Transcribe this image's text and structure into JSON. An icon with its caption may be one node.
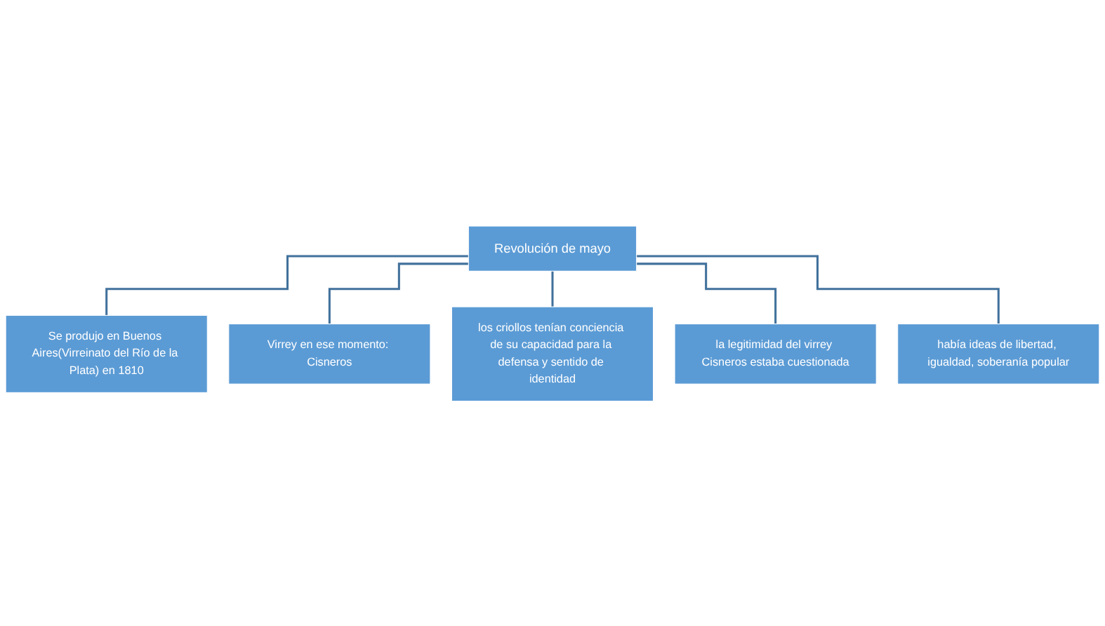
{
  "diagram": {
    "nodes": [
      {
        "text": [
          "Revolución de mayo"
        ]
      },
      {
        "text": [
          "Se produjo en Buenos Aires(Virreinato del Río de la Plata) en 1810"
        ]
      },
      {
        "text": [
          "Virrey en ese momento: Cisneros"
        ]
      },
      {
        "text": [
          "los criollos tenían conciencia de su capacidad para la defensa y sentido de identidad"
        ]
      },
      {
        "text": [
          "la legitimidad del virrey Cisneros estaba cuestionada"
        ]
      },
      {
        "text": [
          "había ideas de libertad, igualdad, soberanía popular"
        ]
      }
    ],
    "edges": [
      {
        "from": 0,
        "to": 1,
        "arrow": "none"
      },
      {
        "from": 0,
        "to": 2,
        "arrow": "none"
      },
      {
        "from": 0,
        "to": 3,
        "arrow": "none"
      },
      {
        "from": 0,
        "to": 4,
        "arrow": "none"
      },
      {
        "from": 0,
        "to": 5,
        "arrow": "none"
      }
    ]
  }
}
